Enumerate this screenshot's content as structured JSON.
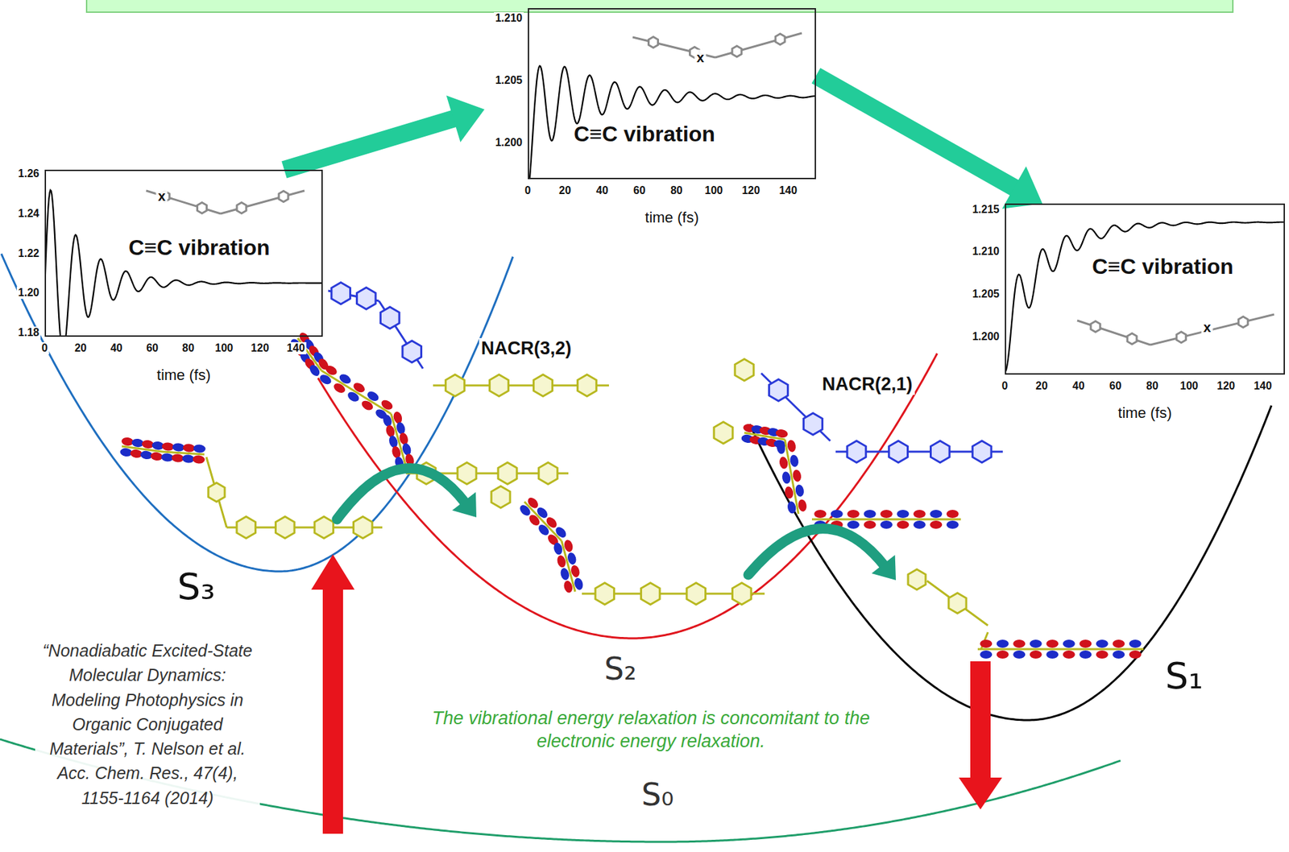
{
  "diagram": {
    "nodes": [
      {
        "text": [
          "C≡C vibration",
          "time (fs)"
        ]
      },
      {
        "text": [
          "C≡C vibration",
          "time (fs)"
        ]
      },
      {
        "text": [
          "C≡C vibration",
          "time (fs)"
        ]
      }
    ],
    "edges": [
      {
        "from": 0,
        "to": 1,
        "arrow": "to"
      },
      {
        "from": 1,
        "to": 2,
        "arrow": "to"
      }
    ],
    "labels": [
      "1.26",
      "1.24",
      "1.22",
      "1.20",
      "1.18",
      "0",
      "20",
      "40",
      "60",
      "80",
      "100",
      "120",
      "140",
      "x",
      "1.210",
      "1.205",
      "1.200",
      "0",
      "20",
      "40",
      "60",
      "80",
      "100",
      "120",
      "140",
      "x",
      "1.215",
      "1.210",
      "1.205",
      "1.200",
      "0",
      "20",
      "40",
      "60",
      "80",
      "100",
      "120",
      "140",
      "x",
      "NACR(3,2)",
      "NACR(2,1)",
      "S₃",
      "S₂",
      "S₁",
      "S₀",
      "“Nonadiabatic Excited-State Molecular Dynamics: Modeling Photophysics in Organic Conjugated Materials”, T. Nelson et al. Acc. Chem. Res., 47(4), 1155-1164 (2014)",
      "The vibrational energy relaxation is concomitant to the electronic energy relaxation."
    ]
  }
}
